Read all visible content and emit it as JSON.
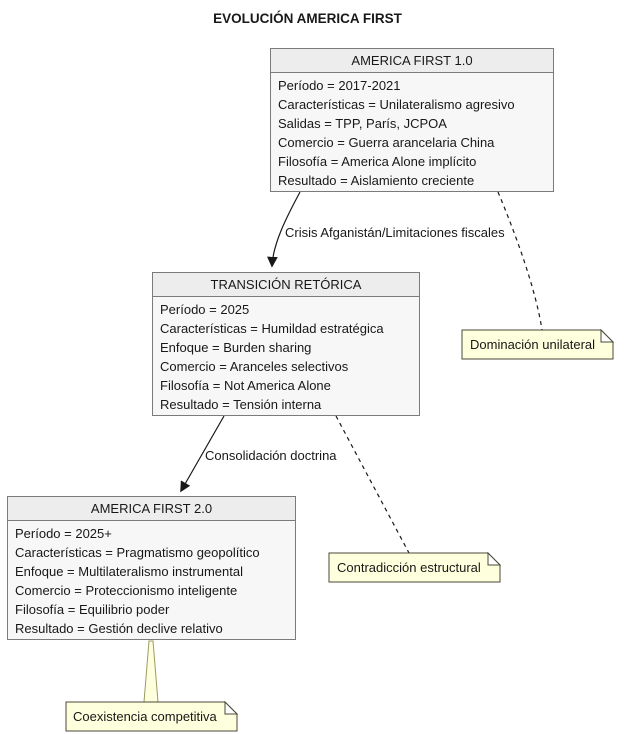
{
  "title": "EVOLUCIÓN AMERICA FIRST",
  "nodes": [
    {
      "title": "AMERICA FIRST 1.0",
      "lines": [
        "Período = 2017-2021",
        "Características = Unilateralismo agresivo",
        "Salidas = TPP, París, JCPOA",
        "Comercio = Guerra arancelaria China",
        "Filosofía = America Alone implícito",
        "Resultado = Aislamiento creciente"
      ]
    },
    {
      "title": "TRANSICIÓN RETÓRICA",
      "lines": [
        "Período = 2025",
        "Características = Humildad estratégica",
        "Enfoque = Burden sharing",
        "Comercio = Aranceles selectivos",
        "Filosofía = Not America Alone",
        "Resultado = Tensión interna"
      ]
    },
    {
      "title": "AMERICA FIRST 2.0",
      "lines": [
        "Período = 2025+",
        "Características = Pragmatismo geopolítico",
        "Enfoque = Multilateralismo instrumental",
        "Comercio = Proteccionismo inteligente",
        "Filosofía = Equilibrio poder",
        "Resultado = Gestión declive relativo"
      ]
    }
  ],
  "edges": [
    {
      "label": "Crisis Afganistán/Limitaciones fiscales"
    },
    {
      "label": "Consolidación doctrina"
    }
  ],
  "notes": [
    {
      "text": "Dominación unilateral"
    },
    {
      "text": "Contradicción estructural"
    },
    {
      "text": "Coexistencia competitiva"
    }
  ],
  "colors": {
    "node_header": "#EDEDED",
    "node_body": "#F7F7F7",
    "node_border": "#7B7B7B",
    "note_fill": "#FEFFDD",
    "note_border": "#4A4A3A",
    "line": "#181818",
    "background": "#FFFFFF"
  }
}
